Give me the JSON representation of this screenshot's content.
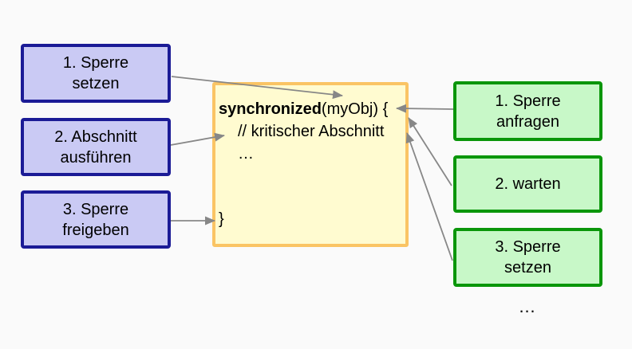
{
  "canvas": {
    "background": "#fafafa"
  },
  "colors": {
    "arrow": "#878787",
    "left_box_fill": "#cacaf4",
    "left_box_border": "#1b1b96",
    "code_box_fill": "#fffbd0",
    "code_box_border": "#fac464",
    "right_box_fill": "#c8f8c8",
    "right_box_border": "#0a960a",
    "text": "#000000"
  },
  "left_steps": [
    {
      "label": "1. Sperre\nsetzen"
    },
    {
      "label": "2. Abschnitt\nausführen"
    },
    {
      "label": "3. Sperre\nfreigeben"
    }
  ],
  "code_box": {
    "keyword": "synchronized",
    "line1_rest": "(myObj) {",
    "comment_line": "// kritischer Abschnitt",
    "ellipsis_line": "…",
    "closing_brace": "}"
  },
  "right_steps": [
    {
      "label": "1. Sperre\nanfragen"
    },
    {
      "label": "2. warten"
    },
    {
      "label": "3. Sperre\nsetzen"
    }
  ],
  "footer_ellipsis": "…"
}
